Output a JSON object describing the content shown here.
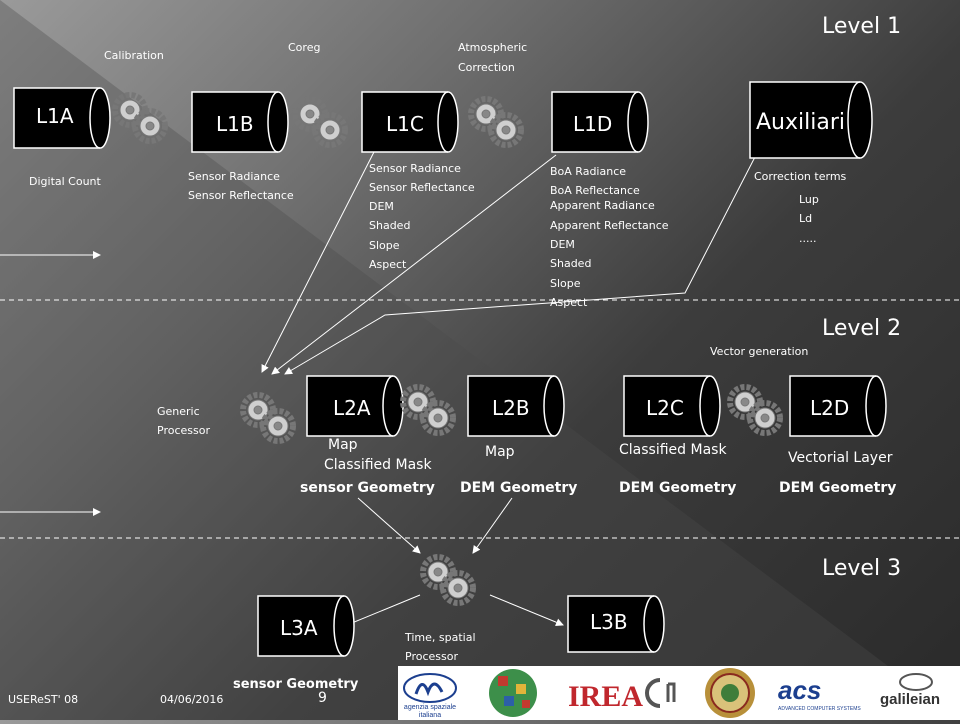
{
  "levels": {
    "l1": "Level 1",
    "l2": "Level 2",
    "l3": "Level 3"
  },
  "nodes": {
    "l1a": "L1A",
    "l1b": "L1B",
    "l1c": "L1C",
    "l1d": "L1D",
    "aux": "Auxiliari",
    "l2a": "L2A",
    "l2b": "L2B",
    "l2c": "L2C",
    "l2d": "L2D",
    "l3a": "L3A",
    "l3b": "L3B"
  },
  "steps": {
    "calibration": "Calibration",
    "coreg": "Coreg",
    "atmospheric_1": "Atmospheric",
    "atmospheric_2": "Correction",
    "vector_generation": "Vector generation",
    "generic_1": "Generic",
    "generic_2": "Processor",
    "time_1": "Time, spatial",
    "time_2": "Processor"
  },
  "l1_notes": {
    "l1a": [
      "Digital Count"
    ],
    "l1b": [
      "Sensor Radiance",
      "Sensor Reflectance"
    ],
    "l1c": [
      "Sensor Radiance",
      "Sensor Reflectance",
      "DEM",
      "Shaded",
      "Slope",
      "Aspect"
    ],
    "l1d": [
      "BoA Radiance",
      "BoA Reflectance",
      "Apparent Radiance",
      "Apparent Reflectance",
      "DEM",
      "Shaded",
      "Slope",
      "Aspect"
    ],
    "aux": [
      "Correction terms",
      "Lup",
      "Ld",
      "....."
    ]
  },
  "l2_notes": {
    "l2a_map": "Map",
    "l2a_mask": "Classified Mask",
    "l2b_map": "Map",
    "l2c_mask": "Classified Mask",
    "l2d_layer": "Vectorial Layer",
    "geom_a": "sensor Geometry",
    "geom_b": "DEM Geometry",
    "geom_c": "DEM Geometry",
    "geom_d": "DEM Geometry"
  },
  "l3_notes": {
    "geom": "sensor Geometry"
  },
  "footer": {
    "left": "USEReST' 08",
    "date": "04/06/2016",
    "page": "9"
  },
  "logos": {
    "asi_1": "agenzia spaziale",
    "asi_2": "italiana",
    "irea": "IREA",
    "acs": "acs",
    "acs_sub": "ADVANCED COMPUTER SYSTEMS",
    "galileian": "galileian"
  },
  "colors": {
    "node_fill": "#000000",
    "node_edge": "#ffffff",
    "gear": "#cfcfcf",
    "accent_irea": "#c0272d",
    "acs_blue": "#1c3f8f"
  }
}
